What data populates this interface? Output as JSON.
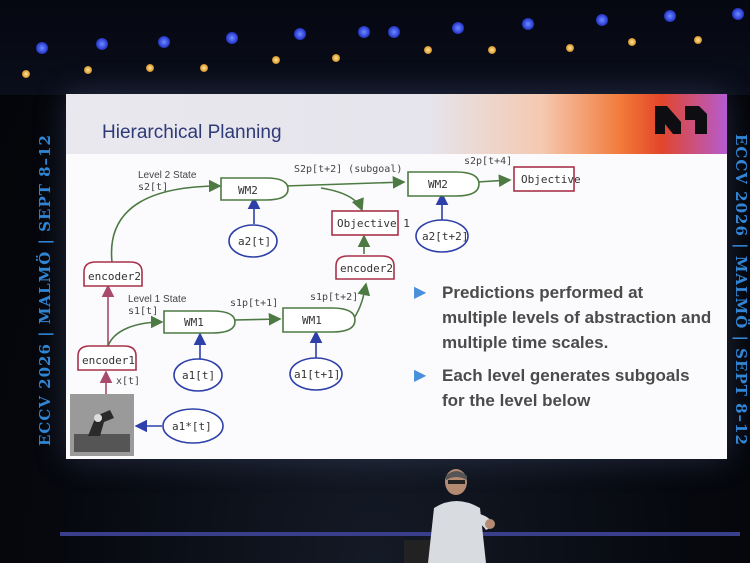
{
  "slide": {
    "title": "Hierarchical Planning",
    "bullets": [
      "Predictions performed at multiple levels of abstraction and multiple time scales.",
      "Each level generates subgoals for the level below"
    ]
  },
  "conference": {
    "side_text": "ECCV 2026 | MALMÖ | SEPT 8–12"
  },
  "diagram": {
    "nodes": {
      "wm2_a": "WM2",
      "wm2_b": "WM2",
      "objective": "Objective",
      "objective1": "Objective 1",
      "encoder2_left": "encoder2",
      "encoder2_right": "encoder2",
      "encoder1": "encoder1",
      "wm1_a": "WM1",
      "wm1_b": "WM1",
      "a2t": "a2[t]",
      "a2t2": "a2[t+2]",
      "a1t": "a1[t]",
      "a1t1": "a1[t+1]",
      "a1star": "a1*[t]"
    },
    "labels": {
      "level2": "Level 2 State",
      "s2t": "s2[t]",
      "s2p_t2": "S2p[t+2] (subgoal)",
      "s2p_t4": "s2p[t+4]",
      "level1": "Level 1 State",
      "s1t": "s1[t]",
      "s1p_t1": "s1p[t+1]",
      "s1p_t2": "s1p[t+2]",
      "xt": "x[t]"
    },
    "colors": {
      "wm": "#4d7a43",
      "objective": "#a8324a",
      "action": "#2d3fa8",
      "encoder_arrow": "#a84a6a"
    }
  }
}
